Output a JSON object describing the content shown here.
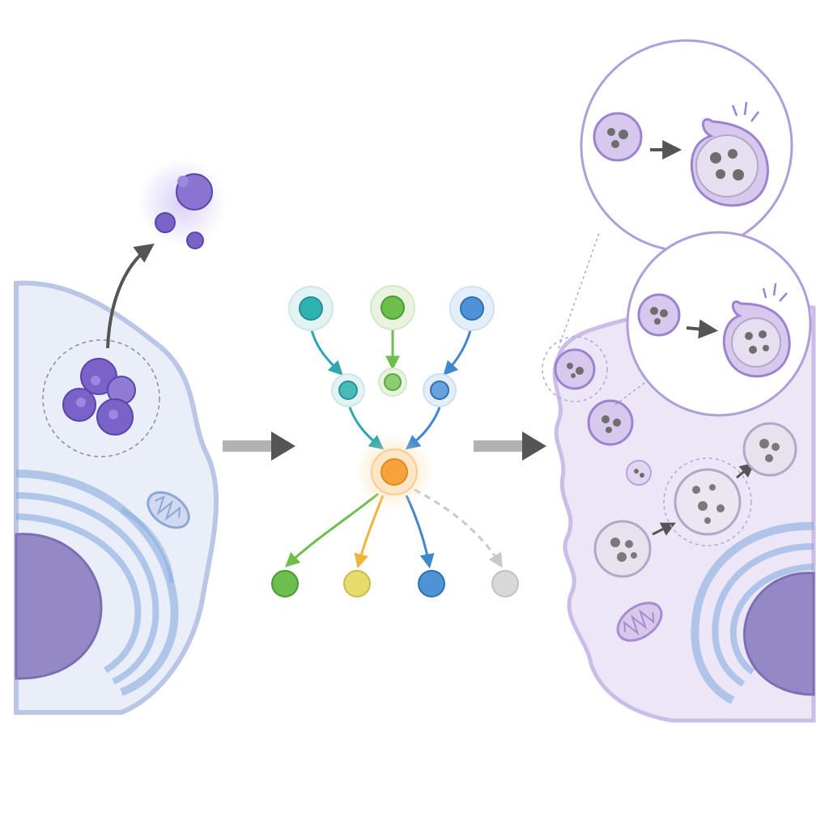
{
  "colors": {
    "background": "#ffffff",
    "cell_left_fill": "#e9eef8",
    "cell_left_stroke": "#b9c6e6",
    "cell_right_fill": "#ece6f6",
    "cell_right_stroke": "#cbbde8",
    "nucleus": "#9488c6",
    "er": "#7fa5dc",
    "aggregate": "#7a62c9",
    "arrow": "#555555",
    "node_teal": "#2fb3b0",
    "node_green": "#6cbf4d",
    "node_blue": "#4f92d6",
    "node_orange": "#f5a33c",
    "node_yellow": "#e7dc6a",
    "node_gray": "#cfcfcf",
    "vesicle_fill": "#d7c8ee",
    "vesicle_stroke": "#9b83cf",
    "cargo": "#6e6e6e"
  },
  "panels": [
    {
      "id": "left",
      "icon": "protein-aggregate-export-icon"
    },
    {
      "id": "center",
      "icon": "signaling-network-icon"
    },
    {
      "id": "right",
      "icon": "vesicle-degradation-icon"
    }
  ],
  "network": {
    "top_nodes": [
      "teal",
      "green",
      "blue"
    ],
    "middle_nodes": [
      "teal",
      "green",
      "blue"
    ],
    "hub": "orange",
    "output_nodes": [
      "green",
      "yellow",
      "blue",
      "gray"
    ],
    "inactive_output": "gray"
  },
  "caption": ""
}
